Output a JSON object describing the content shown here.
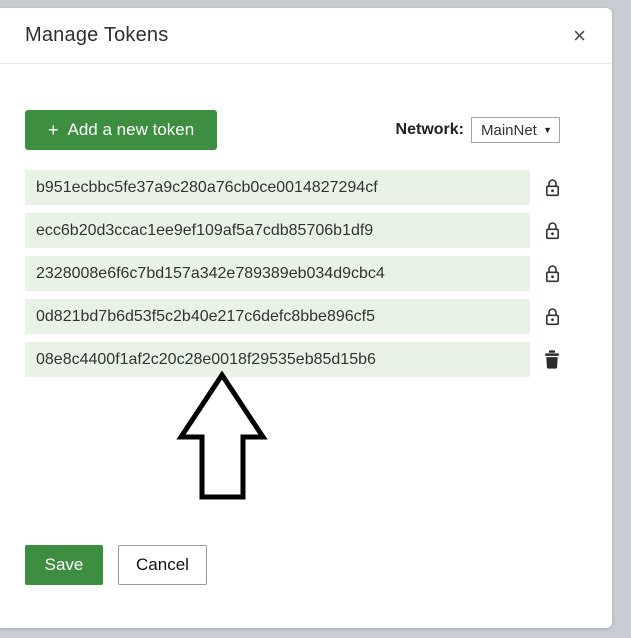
{
  "modal": {
    "title": "Manage Tokens",
    "close_glyph": "×"
  },
  "toolbar": {
    "add_button_icon": "+",
    "add_button_label": "Add a new token",
    "network_label": "Network:",
    "network_value": "MainNet",
    "dropdown_glyph": "▼"
  },
  "tokens": [
    {
      "value": "b951ecbbc5fe37a9c280a76cb0ce0014827294cf",
      "action": "lock"
    },
    {
      "value": "ecc6b20d3ccac1ee9ef109af5a7cdb85706b1df9",
      "action": "lock"
    },
    {
      "value": "2328008e6f6c7bd157a342e789389eb034d9cbc4",
      "action": "lock"
    },
    {
      "value": "0d821bd7b6d53f5c2b40e217c6defc8bbe896cf5",
      "action": "lock"
    },
    {
      "value": "08e8c4400f1af2c20c28e0018f29535eb85d15b6",
      "action": "trash"
    }
  ],
  "footer": {
    "save_label": "Save",
    "cancel_label": "Cancel"
  },
  "colors": {
    "accent_green": "#3e8e41",
    "token_row_bg": "#e9f3e5",
    "page_bg": "#c8cdd4"
  },
  "annotation": {
    "type": "up-arrow",
    "points_at": "last-token-row"
  }
}
